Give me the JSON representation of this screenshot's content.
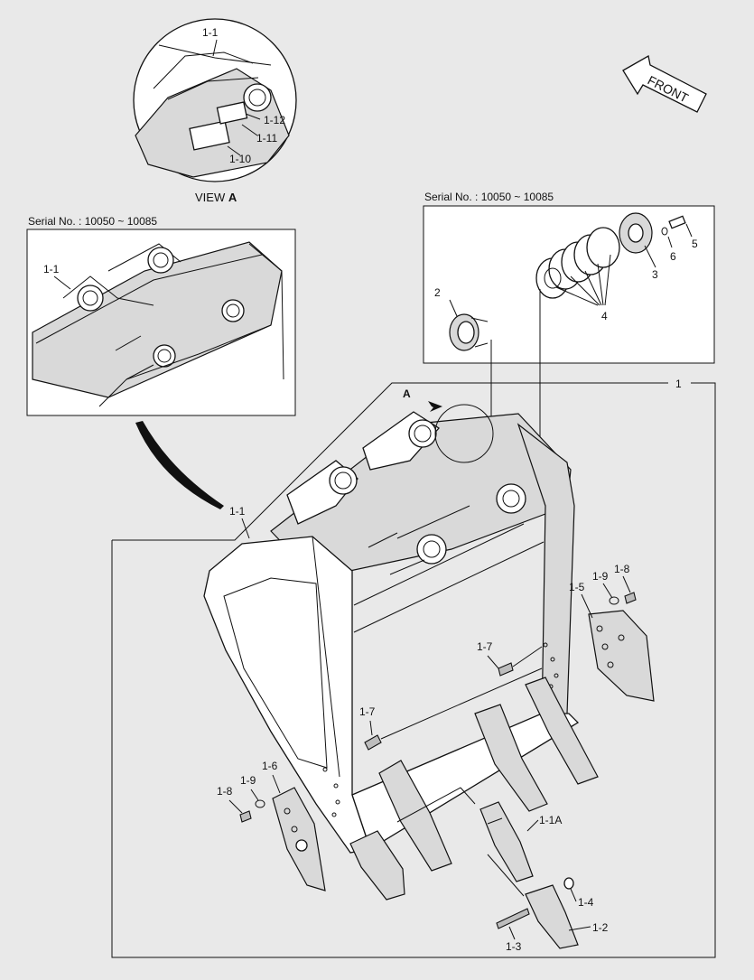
{
  "view_label": {
    "prefix": "VIEW",
    "letter": "A"
  },
  "front_label": "FRONT",
  "serial_left": "Serial No. : 10050 ~ 10085",
  "serial_right": "Serial No. : 10050 ~ 10085",
  "arrow_a": "A",
  "parts": {
    "p1": "1",
    "p1_1_view": "1-1",
    "p1_1_inset": "1-1",
    "p1_1_main": "1-1",
    "p1_12": "1-12",
    "p1_11": "1-11",
    "p1_10": "1-10",
    "p2": "2",
    "p3": "3",
    "p4": "4",
    "p5": "5",
    "p6": "6",
    "p1_5": "1-5",
    "p1_9_right": "1-9",
    "p1_8_right": "1-8",
    "p1_7_upper": "1-7",
    "p1_7_lower": "1-7",
    "p1_6": "1-6",
    "p1_9_left": "1-9",
    "p1_8_left": "1-8",
    "p1_1a": "1-1A",
    "p1_4": "1-4",
    "p1_2": "1-2",
    "p1_3": "1-3"
  }
}
